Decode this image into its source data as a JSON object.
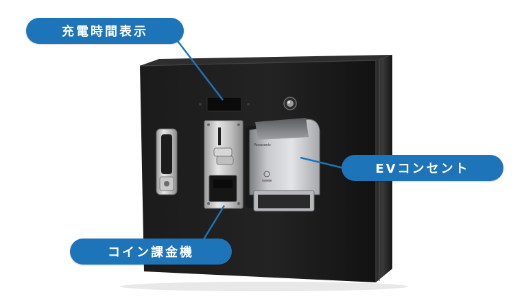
{
  "callouts": {
    "charge_time_display": "充電時間表示",
    "ev_outlet": "EVコンセント",
    "coin_meter": "コイン課金機"
  },
  "device": {
    "outlet_brand": "Panasonic"
  },
  "colors": {
    "callout_bg": "#1e74b8",
    "cabinet": "#141414"
  }
}
